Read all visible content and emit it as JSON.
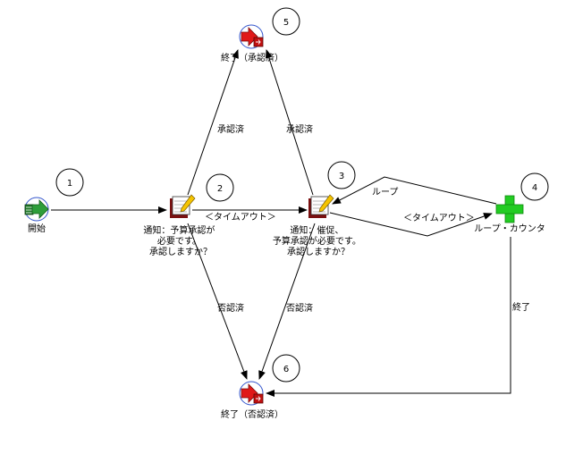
{
  "nodes": {
    "start": {
      "label": "開始",
      "number": "1"
    },
    "notify1": {
      "lines": [
        "通知：予算承認が",
        "必要です。",
        "承認しますか？"
      ],
      "number": "2"
    },
    "notify2": {
      "lines": [
        "通知：催促、",
        "予算承認が必要です。",
        "承認しますか？"
      ],
      "number": "3"
    },
    "counter": {
      "label": "ループ・カウンタ",
      "number": "4"
    },
    "end_approved": {
      "label": "終了（承認済）",
      "number": "5"
    },
    "end_rejected": {
      "label": "終了（否認済）",
      "number": "6"
    }
  },
  "edges": {
    "approved_1": "承認済",
    "approved_2": "承認済",
    "timeout_1": "＜タイムアウト＞",
    "timeout_2": "＜タイムアウト＞",
    "loop": "ループ",
    "rejected_1": "否認済",
    "rejected_2": "否認済",
    "end": "終了"
  },
  "colors": {
    "start_arrow": "#2e9e3a",
    "end_arrow": "#e01818",
    "counter_plus": "#22cc22",
    "badge_ring": "#3355cc"
  },
  "icons": {
    "start": "start-arrow-icon",
    "notify": "notepad-pencil-icon",
    "counter": "plus-icon",
    "end": "stop-arrow-icon"
  }
}
